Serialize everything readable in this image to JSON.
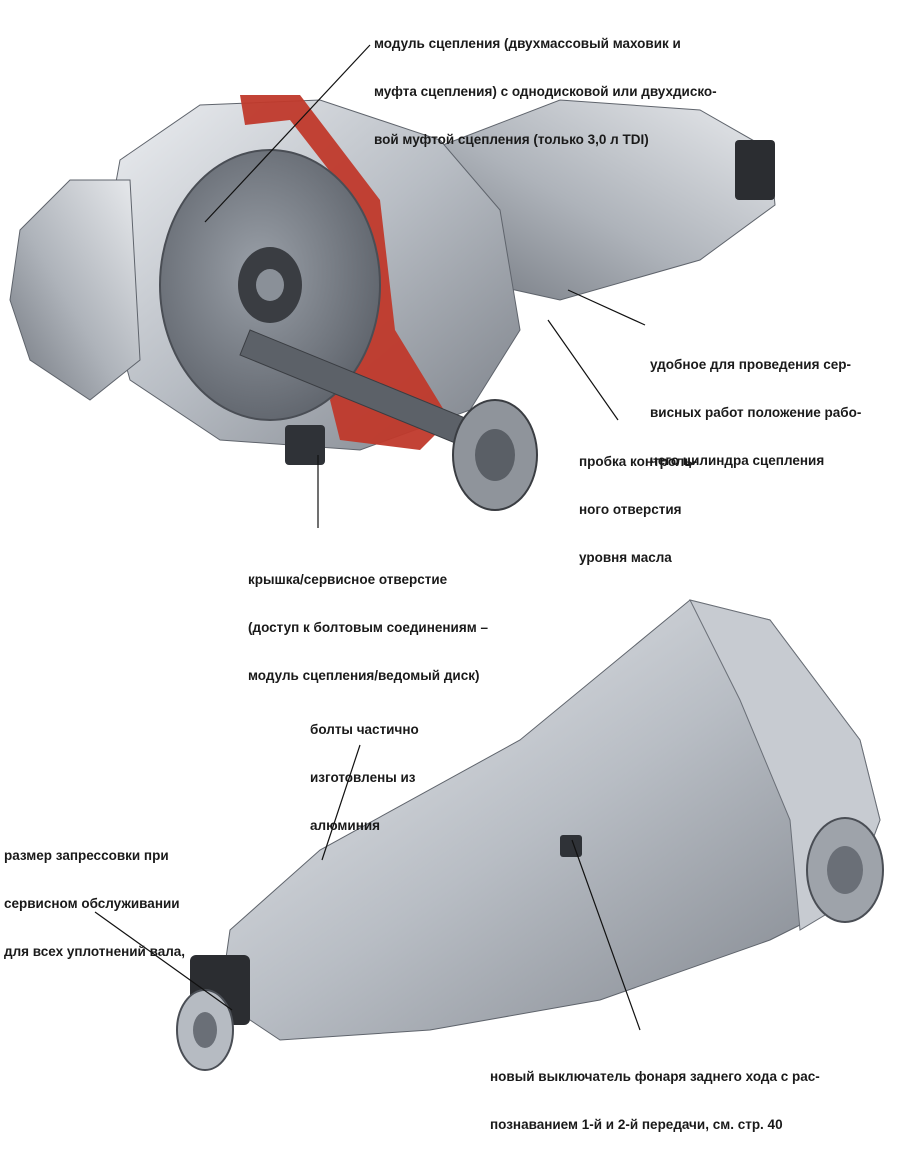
{
  "labels": {
    "clutch_module": [
      "модуль сцепления (двухмассовый маховик и",
      "муфта сцепления) с однодисковой или двухдиско-",
      "вой муфтой сцепления (только 3,0 л TDI)"
    ],
    "slave_cylinder": [
      "удобное для проведения сер-",
      "висных работ положение рабо-",
      "чего цилиндра сцепления"
    ],
    "oil_plug": [
      "пробка контроль-",
      "ного отверстия",
      "уровня масла"
    ],
    "service_cover": [
      "крышка/сервисное отверстие",
      "(доступ к болтовым соединениям –",
      "модуль сцепления/ведомый диск)"
    ],
    "aluminum_bolts": [
      "болты частично",
      "изготовлены из",
      "алюминия"
    ],
    "press_fit": [
      "размер запрессовки при",
      "сервисном обслуживании",
      "для всех уплотнений вала,"
    ],
    "reverse_switch": [
      "новый выключатель фонаря заднего хода с рас-",
      "познаванием 1-й и 2-й передачи, см. стр. 40"
    ]
  },
  "colors": {
    "housing_light": "#d6d9de",
    "housing_mid": "#a9aeb6",
    "housing_dark": "#6e737b",
    "cutaway_red": "#c0392b",
    "leader_line": "#111111"
  }
}
